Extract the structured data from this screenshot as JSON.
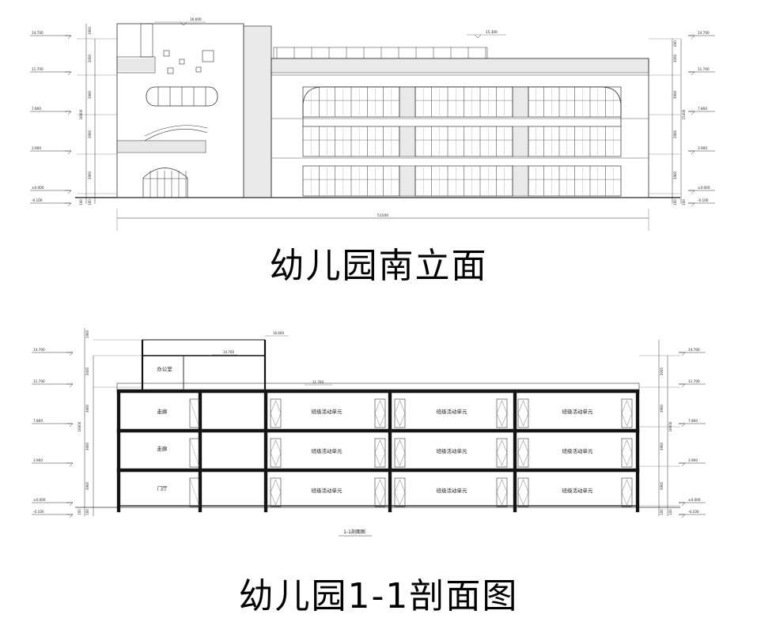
{
  "elevation": {
    "title": "幼儿园南立面",
    "levels": [
      "14.700",
      "11.700",
      "7.800",
      "3.900",
      "±0.000",
      "-0.100"
    ],
    "right_levels": [
      "14.700",
      "11.700",
      "7.800",
      "3.900",
      "±0.000",
      "-0.100"
    ],
    "dims_left": [
      "1900",
      "3000",
      "3900",
      "16600",
      "3900",
      "3900",
      "100",
      "100"
    ],
    "dims_right": [
      "600",
      "3000",
      "3900",
      "15300",
      "3900",
      "3900",
      "100",
      "100"
    ],
    "top_marks": [
      "16.600",
      "15.300"
    ],
    "width_dim": "51100"
  },
  "section": {
    "caption": "1-1剖面图",
    "title": "幼儿园1-1剖面图",
    "levels": [
      "14.700",
      "11.700",
      "7.800",
      "3.900",
      "±0.000",
      "-0.100"
    ],
    "right_levels": [
      "14.700",
      "11.700",
      "7.800",
      "3.900",
      "±0.000",
      "-0.100"
    ],
    "dims_left": [
      "1900",
      "3000",
      "3900",
      "16600",
      "3900",
      "3900",
      "100",
      "100"
    ],
    "dims_right": [
      "3000",
      "3900",
      "16600",
      "3900",
      "3900",
      "100",
      "100"
    ],
    "top_marks": [
      "16.600",
      "14.700",
      "11.700"
    ],
    "rooms": {
      "office": "办公室",
      "corridor": "走廊",
      "lobby": "门厅",
      "classroom": "班级活动单元"
    }
  },
  "colors": {
    "line": "#222222",
    "thin": "#555555",
    "slab": "#111111"
  }
}
